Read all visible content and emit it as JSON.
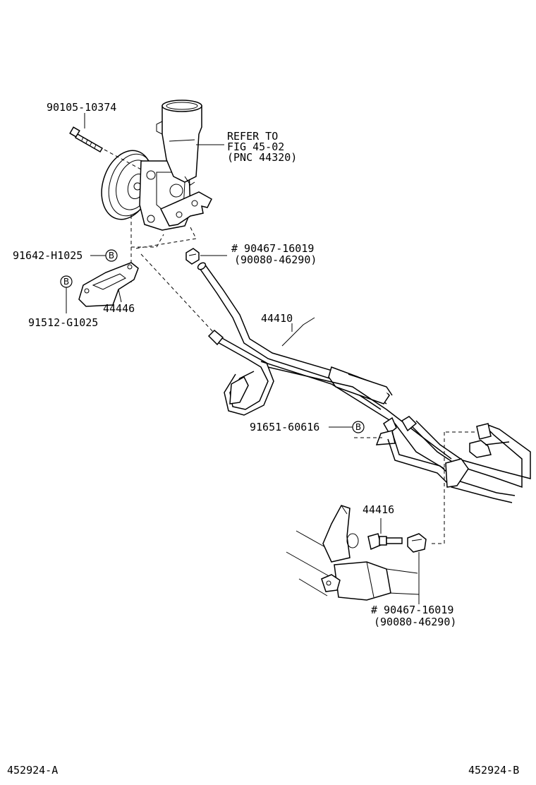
{
  "labels": {
    "bolt_top": "90105-10374",
    "refer_line1": "REFER TO",
    "refer_line2": "FIG 45-02",
    "refer_line3": "(PNC 44320)",
    "gasket_upper_line1": "# 90467-16019",
    "gasket_upper_line2": "(90080-46290)",
    "bolt_b1": "91642-H1025",
    "bracket": "44446",
    "bolt_b2": "91512-G1025",
    "hose_assy": "44410",
    "bolt_b3": "91651-60616",
    "union_bolt": "44416",
    "gasket_lower_line1": "# 90467-16019",
    "gasket_lower_line2": "(90080-46290)",
    "footer_left": "452924-A",
    "footer_right": "452924-B"
  },
  "badges": {
    "b_letter": "B"
  }
}
